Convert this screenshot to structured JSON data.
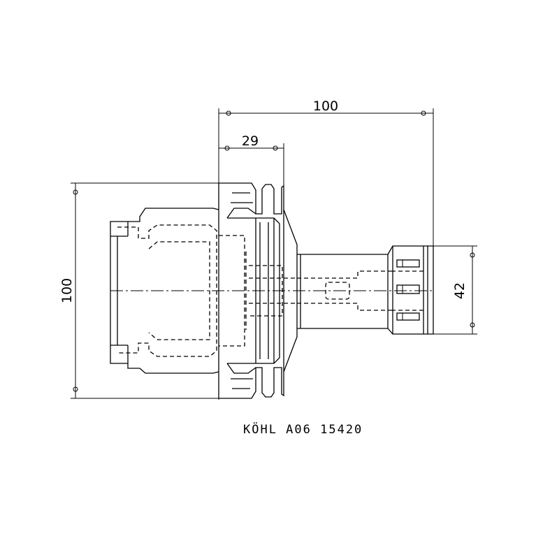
{
  "dimensions": {
    "overall_length": "100",
    "flange_width": "29",
    "body_height": "100",
    "shank_diameter": "42"
  },
  "caption": "KÖHL  A06 15420"
}
